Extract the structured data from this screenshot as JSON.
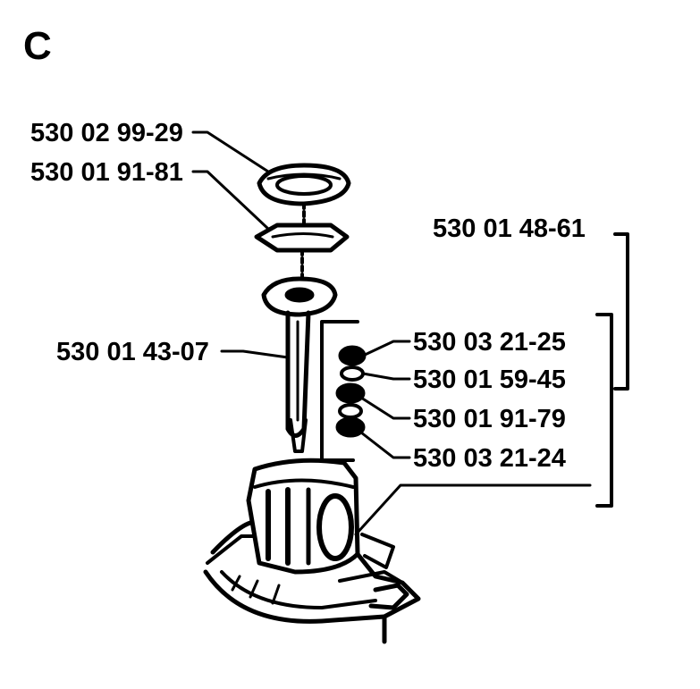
{
  "section": {
    "letter": "C"
  },
  "parts": {
    "p1": "530 02 99-29",
    "p2": "530 01 91-81",
    "p3": "530 01 43-07",
    "p4": "530 01 48-61",
    "p5": "530 03 21-25",
    "p6": "530 01 59-45",
    "p7": "530 01 91-79",
    "p8": "530 03 21-24"
  },
  "colors": {
    "ink": "#000000",
    "paper": "#ffffff"
  }
}
